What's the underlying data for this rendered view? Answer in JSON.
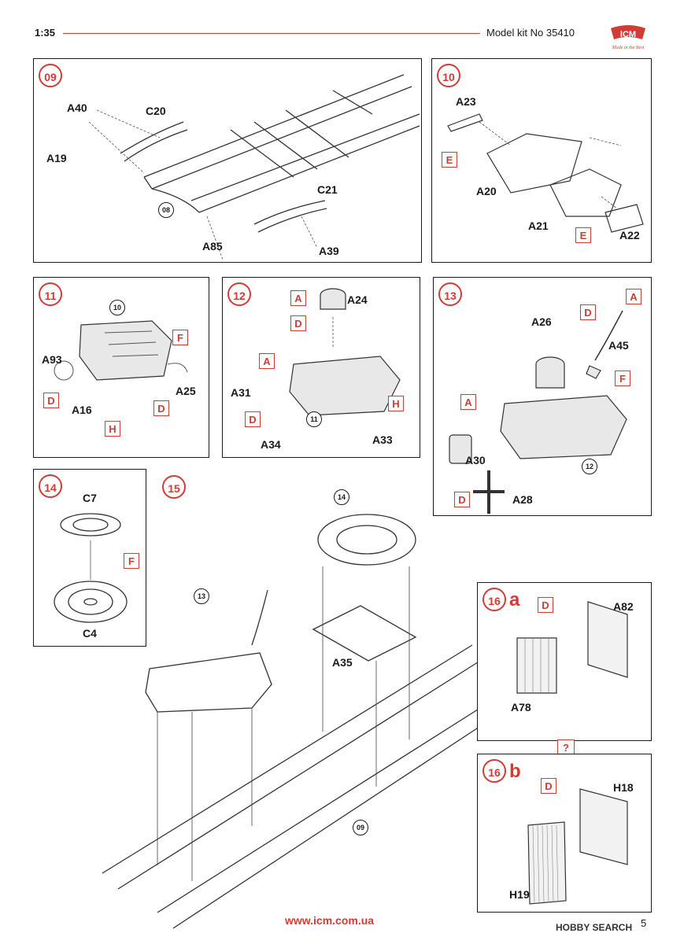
{
  "header": {
    "scale": "1:35",
    "kit": "Model kit No 35410",
    "logo": "ICM",
    "tagline": "Made in the Best"
  },
  "colors": {
    "accent": "#d23c34",
    "ink": "#1a1a1a"
  },
  "steps": {
    "s09": {
      "num": "09",
      "labels": {
        "a40": "A40",
        "c20": "C20",
        "a19": "A19",
        "c21": "C21",
        "a85": "A85",
        "a39": "A39"
      },
      "ref": "08"
    },
    "s10": {
      "num": "10",
      "labels": {
        "a23": "A23",
        "a20": "A20",
        "a21": "A21",
        "a22": "A22"
      },
      "paint": [
        "E",
        "E"
      ]
    },
    "s11": {
      "num": "11",
      "labels": {
        "a93": "A93",
        "a16": "A16",
        "a25": "A25"
      },
      "paint": [
        "F",
        "D",
        "D",
        "H"
      ],
      "ref": "10"
    },
    "s12": {
      "num": "12",
      "labels": {
        "a24": "A24",
        "a31": "A31",
        "a34": "A34",
        "a33": "A33"
      },
      "paint": [
        "A",
        "D",
        "A",
        "D",
        "H"
      ],
      "ref": "11"
    },
    "s13": {
      "num": "13",
      "labels": {
        "a26": "A26",
        "a45": "A45",
        "a30": "A30",
        "a28": "A28"
      },
      "paint": [
        "A",
        "D",
        "F",
        "A",
        "D"
      ],
      "ref": "12"
    },
    "s14": {
      "num": "14",
      "labels": {
        "c7": "C7",
        "c4": "C4"
      },
      "paint": [
        "F"
      ]
    },
    "s15": {
      "num": "15",
      "labels": {
        "a35": "A35"
      },
      "refs": [
        "14",
        "13",
        "09"
      ]
    },
    "s16a": {
      "num": "16",
      "suffix": "a",
      "labels": {
        "a82": "A82",
        "a78": "A78"
      },
      "paint": [
        "D"
      ]
    },
    "s16b": {
      "num": "16",
      "suffix": "b",
      "labels": {
        "h18": "H18",
        "h19": "H19"
      },
      "paint": [
        "D"
      ],
      "unknown": "?"
    }
  },
  "footer": {
    "url": "www.icm.com.ua",
    "page": "5",
    "watermark": "HOBBY SEARCH"
  }
}
